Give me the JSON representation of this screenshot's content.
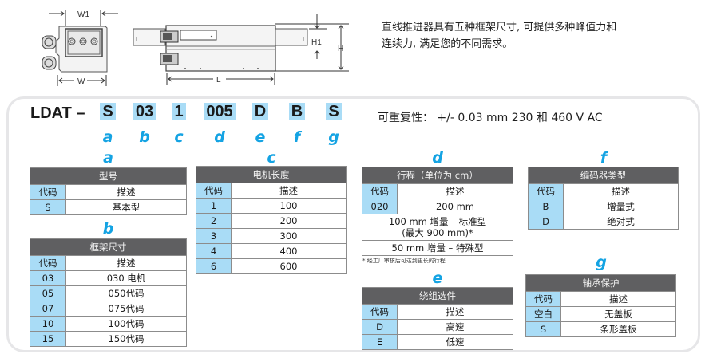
{
  "drawings": {
    "end_view": {
      "dim_labels": {
        "w1": "W1",
        "w": "W"
      }
    },
    "side_view": {
      "dim_labels": {
        "l": "L",
        "h1": "H1",
        "h": "H"
      }
    }
  },
  "intro": {
    "line1": "直线推进器具有五种框架尺寸, 可提供多种峰值力和",
    "line2": "连续力, 满足您的不同需求。"
  },
  "model_code": {
    "prefix": "LDAT –",
    "segments": [
      {
        "value": "S",
        "letter": "a"
      },
      {
        "value": "03",
        "letter": "b"
      },
      {
        "value": "1",
        "letter": "c"
      },
      {
        "value": "005",
        "letter": "d"
      },
      {
        "value": "D",
        "letter": "e"
      },
      {
        "value": "B",
        "letter": "f"
      },
      {
        "value": "S",
        "letter": "g"
      }
    ],
    "repeatability": "可重复性： +/- 0.03 mm 230 和 460 V AC"
  },
  "tables": {
    "a": {
      "letter": "a",
      "title": "型号",
      "col_code": "代码",
      "col_desc": "描述",
      "rows": [
        {
          "code": "S",
          "desc": "基本型"
        }
      ]
    },
    "b": {
      "letter": "b",
      "title": "框架尺寸",
      "col_code": "代码",
      "col_desc": "描述",
      "rows": [
        {
          "code": "03",
          "desc": "030 电机"
        },
        {
          "code": "05",
          "desc": "050代码"
        },
        {
          "code": "07",
          "desc": "075代码"
        },
        {
          "code": "10",
          "desc": "100代码"
        },
        {
          "code": "15",
          "desc": "150代码"
        }
      ]
    },
    "c": {
      "letter": "c",
      "title": "电机长度",
      "col_code": "代码",
      "col_desc": "描述",
      "rows": [
        {
          "code": "1",
          "desc": "100"
        },
        {
          "code": "2",
          "desc": "200"
        },
        {
          "code": "3",
          "desc": "300"
        },
        {
          "code": "4",
          "desc": "400"
        },
        {
          "code": "6",
          "desc": "600"
        }
      ]
    },
    "d": {
      "letter": "d",
      "title": "行程（单位为 cm）",
      "col_code": "代码",
      "col_desc": "描述",
      "rows": [
        {
          "code": "020",
          "desc": "200 mm"
        }
      ],
      "note_row1_line1": "100 mm 增量 – 标准型",
      "note_row1_line2": "(最大 900 mm)*",
      "note_row2": "50 mm 增量 – 特殊型",
      "footnote": "* 经工厂审核后可达到更长的行程"
    },
    "e": {
      "letter": "e",
      "title": "绕组选件",
      "col_code": "代码",
      "col_desc": "描述",
      "rows": [
        {
          "code": "D",
          "desc": "高速"
        },
        {
          "code": "E",
          "desc": "低速"
        }
      ]
    },
    "f": {
      "letter": "f",
      "title": "编码器类型",
      "col_code": "代码",
      "col_desc": "描述",
      "rows": [
        {
          "code": "B",
          "desc": "增量式"
        },
        {
          "code": "D",
          "desc": "绝对式"
        }
      ]
    },
    "g": {
      "letter": "g",
      "title": "轴承保护",
      "col_code": "代码",
      "col_desc": "描述",
      "rows": [
        {
          "code": "空白",
          "desc": "无盖板"
        },
        {
          "code": "S",
          "desc": "条形盖板"
        }
      ]
    }
  },
  "colors": {
    "accent_letter": "#14a3e3",
    "code_highlight": "#a9dcf6",
    "table_header": "#5f5f61",
    "frame_border": "#e6e6e8"
  }
}
